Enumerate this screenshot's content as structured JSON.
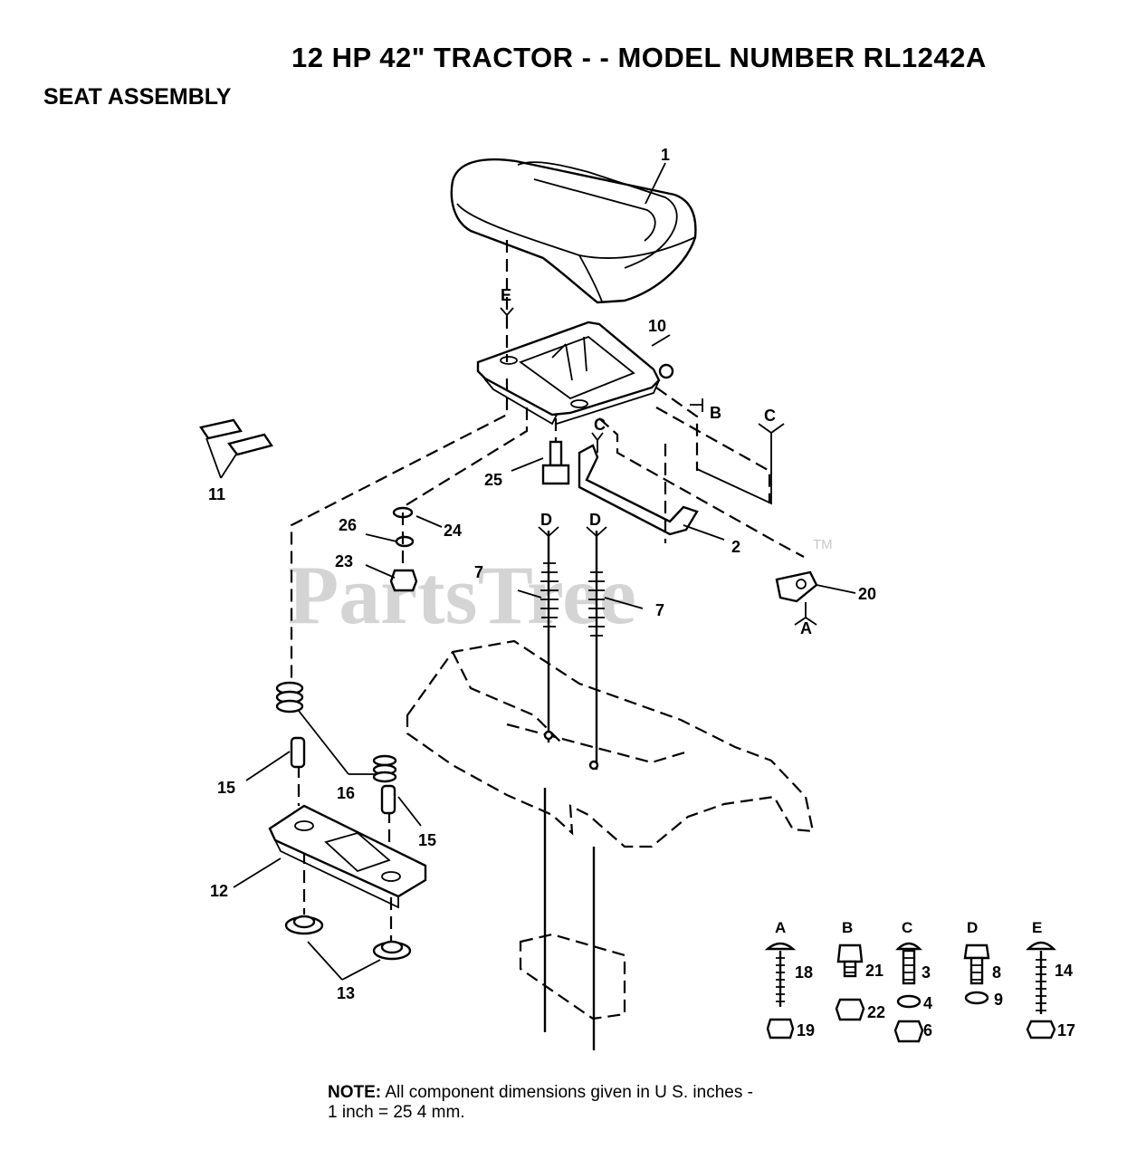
{
  "header": {
    "title": "12 HP 42\" TRACTOR - - MODEL NUMBER RL1242A",
    "subtitle": "SEAT ASSEMBLY"
  },
  "watermark": {
    "text": "PartsTree",
    "mark": "TM"
  },
  "callouts": [
    "1",
    "10",
    "B",
    "C",
    "E",
    "11",
    "25",
    "C",
    "24",
    "26",
    "D",
    "D",
    "23",
    "2",
    "7",
    "7",
    "20",
    "A",
    "15",
    "16",
    "15",
    "12",
    "13"
  ],
  "hardware_legend": [
    {
      "letter": "A",
      "parts": [
        "18",
        "19"
      ]
    },
    {
      "letter": "B",
      "parts": [
        "21",
        "22"
      ]
    },
    {
      "letter": "C",
      "parts": [
        "3",
        "4",
        "6"
      ]
    },
    {
      "letter": "D",
      "parts": [
        "8",
        "9"
      ]
    },
    {
      "letter": "E",
      "parts": [
        "14",
        "17"
      ]
    }
  ],
  "note": {
    "label": "NOTE:",
    "line1": " All component dimensions given in U S. inches -",
    "line2": "1 inch = 25 4 mm."
  }
}
